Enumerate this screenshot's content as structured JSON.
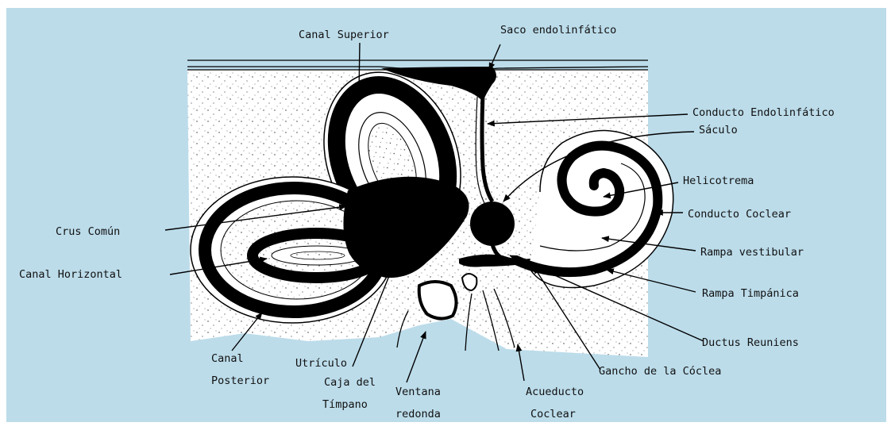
{
  "colors": {
    "background": "#bcdcea",
    "ink": "#000000",
    "bone": "#ffffff"
  },
  "labels": {
    "canal_superior": "Canal Superior",
    "saco_endolinfatico": "Saco endolinfático",
    "conducto_endolinfatico": "Conducto Endolinfático",
    "saculo": "Sáculo",
    "helicotrema": "Helicotrema",
    "conducto_coclear": "Conducto Coclear",
    "rampa_vestibular": "Rampa vestibular",
    "rampa_timpanica": "Rampa Timpánica",
    "ductus_reuniens": "Ductus Reuniens",
    "gancho_coclea": "Gancho de la Cóclea",
    "acueducto_coclear_1": "Acueducto",
    "acueducto_coclear_2": "Coclear",
    "ventana_redonda_1": "Ventana",
    "ventana_redonda_2": "redonda",
    "caja_timpano_1": "Caja del",
    "caja_timpano_2": "Tímpano",
    "utriculo": "Utrículo",
    "canal_posterior_1": "Canal",
    "canal_posterior_2": "Posterior",
    "canal_horizontal": "Canal Horizontal",
    "crus_comun": "Crus Común"
  }
}
